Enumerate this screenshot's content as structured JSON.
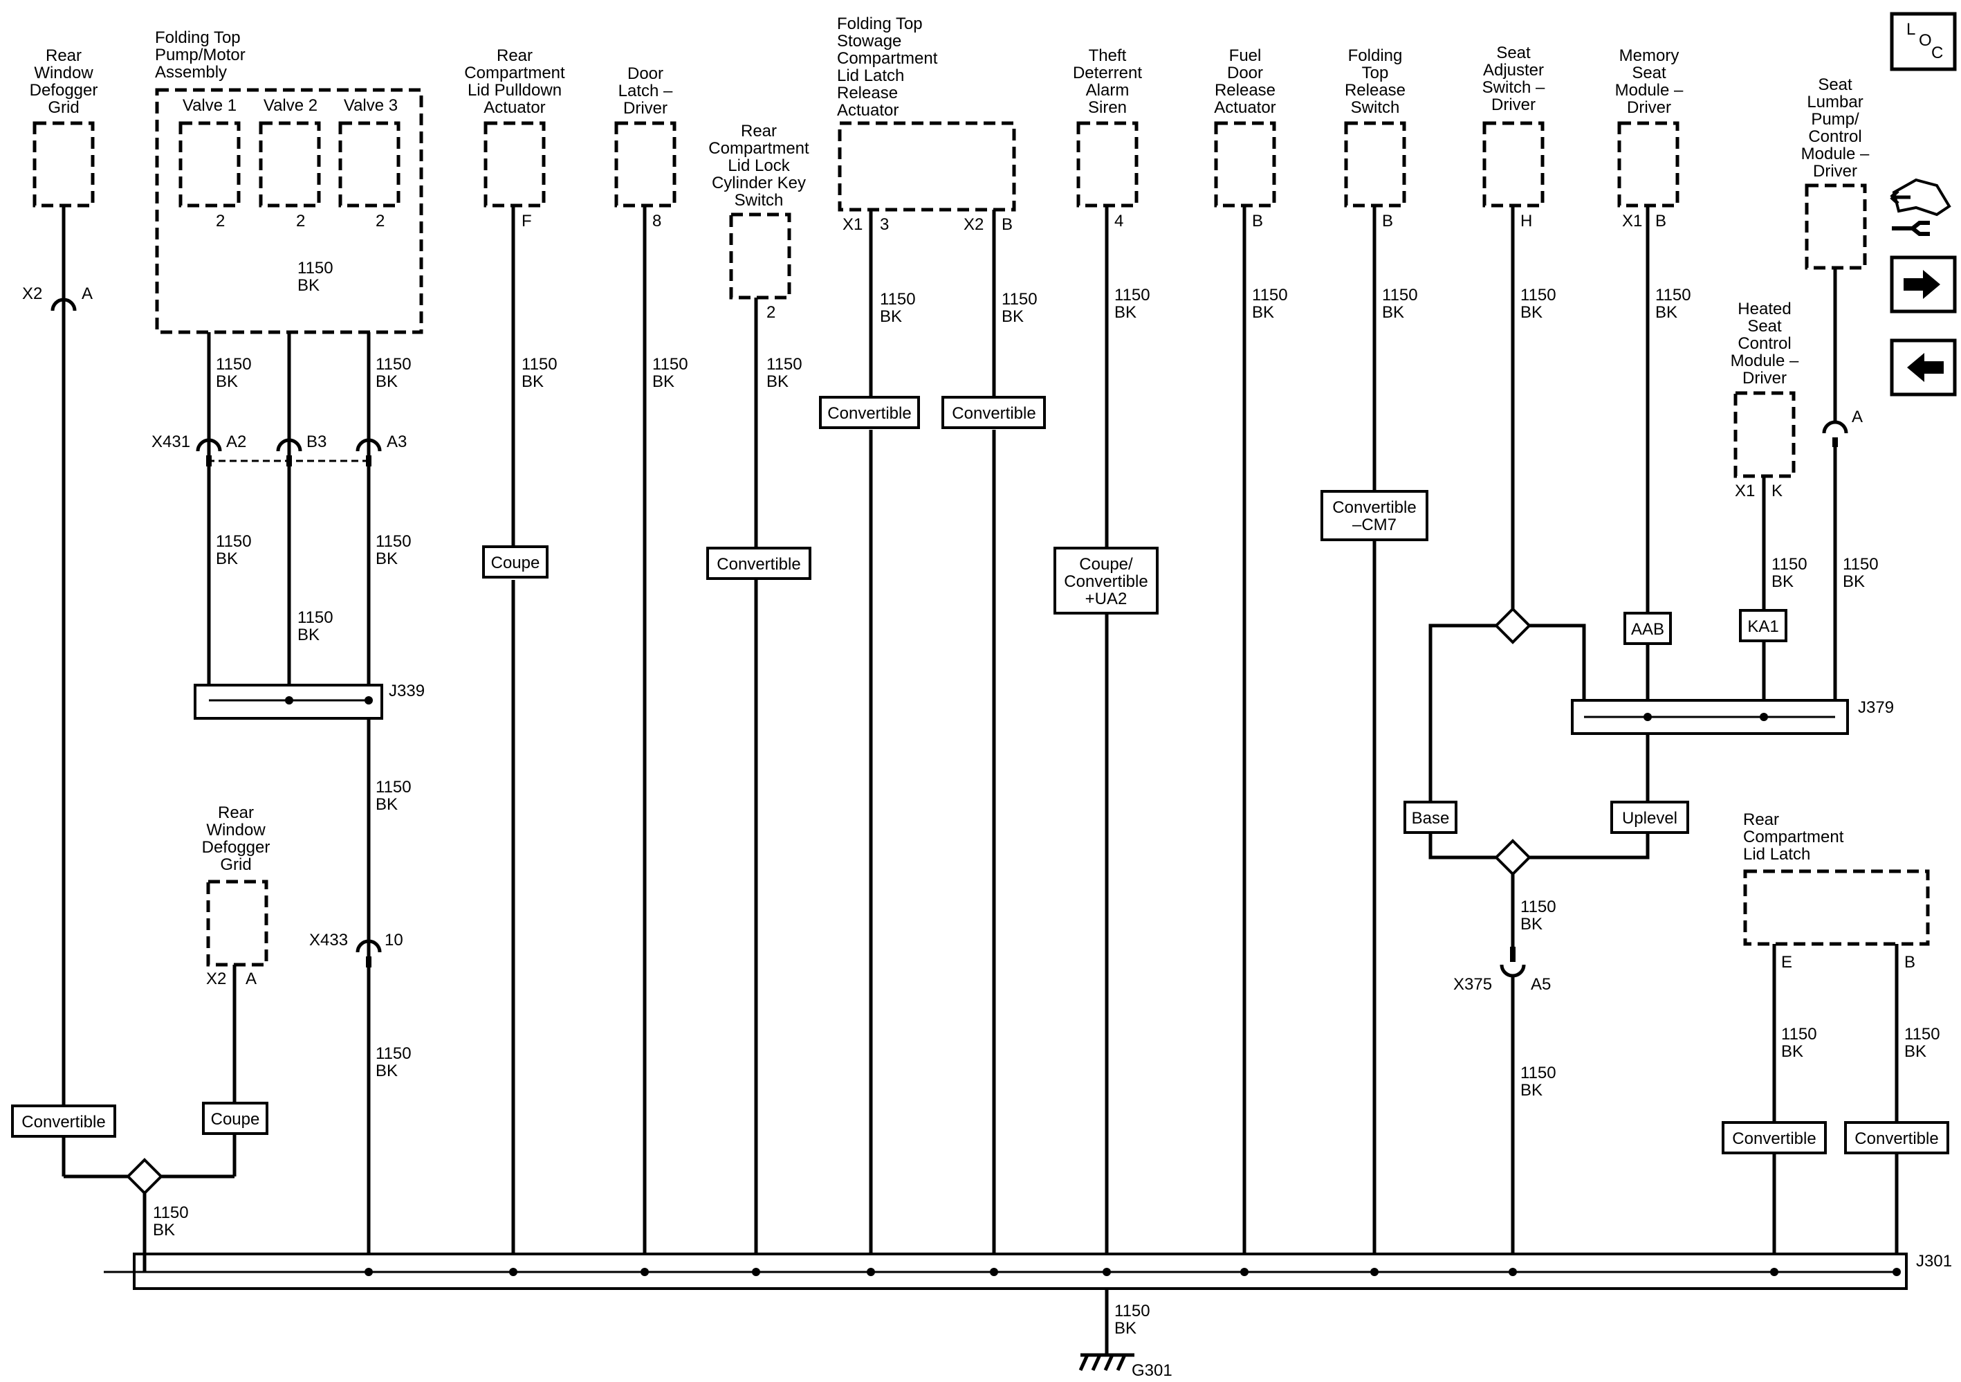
{
  "components": {
    "rwd_top": "Rear\nWindow\nDefogger\nGrid",
    "ftp": "Folding Top\nPump/Motor\nAssembly",
    "valve1": "Valve 1",
    "valve2": "Valve 2",
    "valve3": "Valve 3",
    "rcl_pulldown": "Rear\nCompartment\nLid Pulldown\nActuator",
    "door_latch": "Door\nLatch –\nDriver",
    "rcl_lock": "Rear\nCompartment\nLid Lock\nCylinder Key\nSwitch",
    "ftsc": "Folding Top\nStowage\nCompartment\nLid Latch\nRelease\nActuator",
    "theft": "Theft\nDeterrent\nAlarm\nSiren",
    "fuel_door": "Fuel\nDoor\nRelease\nActuator",
    "ftr_switch": "Folding\nTop\nRelease\nSwitch",
    "seat_adj": "Seat\nAdjuster\nSwitch –\nDriver",
    "memory_seat": "Memory\nSeat\nModule –\nDriver",
    "lumbar": "Seat\nLumbar\nPump/\nControl\nModule –\nDriver",
    "heated_seat": "Heated\nSeat\nControl\nModule –\nDriver",
    "rwd_bottom": "Rear\nWindow\nDefogger\nGrid",
    "rcl_latch": "Rear\nCompartment\nLid Latch"
  },
  "pins": {
    "rwd_x2": "X2",
    "rwd_a": "A",
    "v1": "2",
    "v2": "2",
    "v3": "2",
    "f": "F",
    "p8": "8",
    "p2": "2",
    "x1": "X1",
    "p3": "3",
    "x2": "X2",
    "b": "B",
    "p4": "4",
    "b_fuel": "B",
    "b_ftr": "B",
    "h": "H",
    "x1_mem": "X1",
    "b_mem": "B",
    "x1_heat": "X1",
    "k": "K",
    "a_lumbar": "A",
    "x2_bot": "X2",
    "a_bot": "A",
    "e": "E",
    "b_latch": "B",
    "a2": "A2",
    "b3": "B3",
    "a3": "A3",
    "c10": "10",
    "a5": "A5"
  },
  "connectors": {
    "x431": "X431",
    "x433": "X433",
    "x375": "X375"
  },
  "splices": {
    "j339": "J339",
    "j379": "J379",
    "j301": "J301"
  },
  "ground": "G301",
  "wire": {
    "circuit": "1150",
    "color": "BK"
  },
  "options": {
    "convertible": "Convertible",
    "coupe": "Coupe",
    "coupe_conv": "Coupe/\nConvertible\n+UA2",
    "conv_cm7": "Convertible\n–CM7",
    "aab": "AAB",
    "ka1": "KA1",
    "base": "Base",
    "uplevel": "Uplevel"
  },
  "nav": {
    "loc": "L\nO\nC",
    "service_icon": "vehicle-service-icon",
    "next_icon": "arrow-right-icon",
    "prev_icon": "arrow-left-icon"
  }
}
